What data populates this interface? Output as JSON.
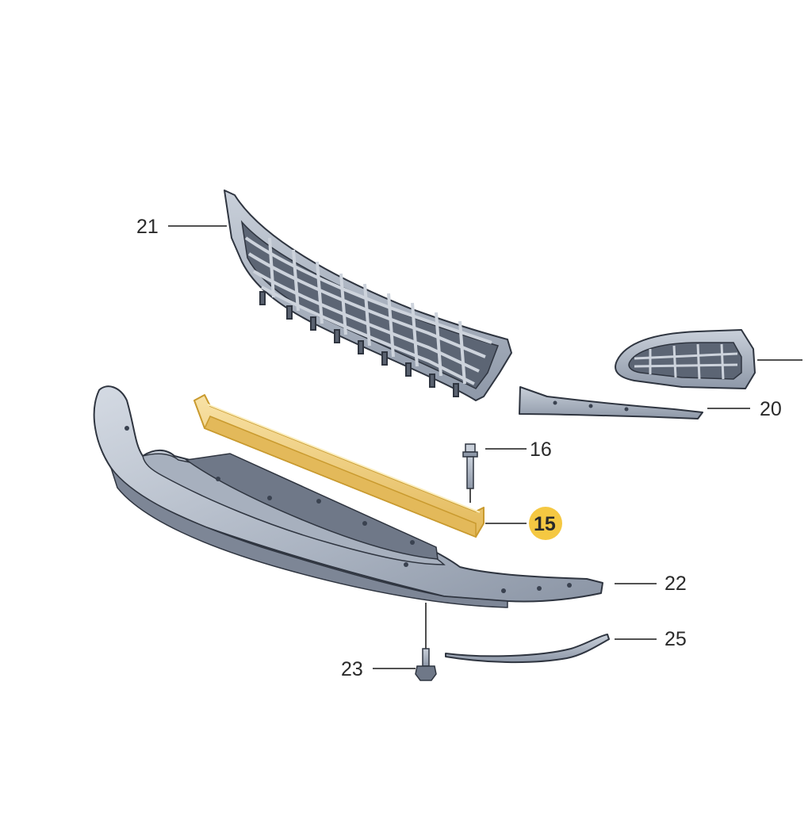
{
  "labels": {
    "grille": "21",
    "trim_strip": "20",
    "rivet": "16",
    "highlighted_strip": "15",
    "spoiler": "22",
    "bolt": "23",
    "lower_trim": "25"
  },
  "colors": {
    "part_fill": "#8e98a8",
    "part_shadow": "#6f7888",
    "part_light": "#c9d0da",
    "highlight_fill": "#f2d38a",
    "highlight_edge": "#c99a2e",
    "badge": "#f5c842",
    "line": "#3a3a3a"
  }
}
